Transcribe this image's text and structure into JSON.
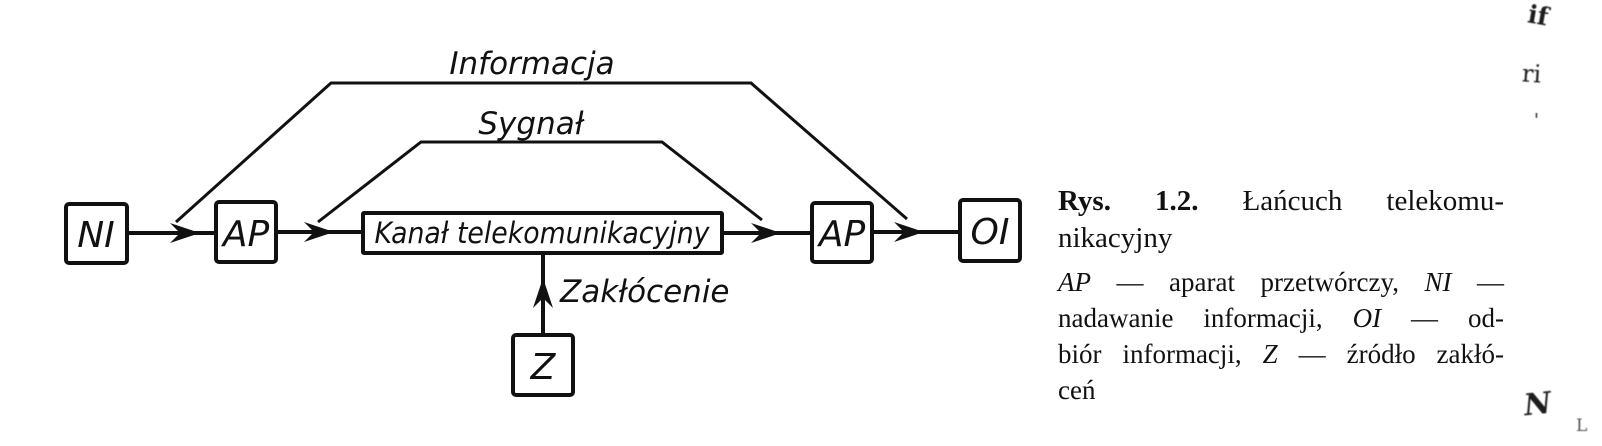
{
  "colors": {
    "ink": "#111111",
    "paper": "#ffffff"
  },
  "diagram": {
    "boxes": {
      "ni": "NI",
      "ap_left": "AP",
      "channel": "Kanał telekomunikacyjny",
      "ap_right": "AP",
      "oi": "OI",
      "z": "Z"
    },
    "labels": {
      "information": "Informacja",
      "signal": "Sygnał",
      "disturbance": "Zakłócenie"
    }
  },
  "caption": {
    "figure_label": "Rys. 1.2.",
    "title_line1_rest": "Łańcuch telekomu-",
    "title_line2": "nikacyjny",
    "legend": {
      "l1_term1": "AP",
      "l1_text1": " — aparat przetwórczy, ",
      "l1_term2": "NI",
      "l1_text2": " —",
      "l2_text1": "nadawanie informacji, ",
      "l2_term1": "OI",
      "l2_text2": " — od-",
      "l3_text1": "biór informacji, ",
      "l3_term1": "Z",
      "l3_text2": " — źródło zakłó-",
      "l4_text1": "ceń"
    }
  },
  "margin_marks": {
    "top1": "if",
    "top2": "ri",
    "top3": "'",
    "bottom1": "N",
    "bottom2": "L"
  }
}
